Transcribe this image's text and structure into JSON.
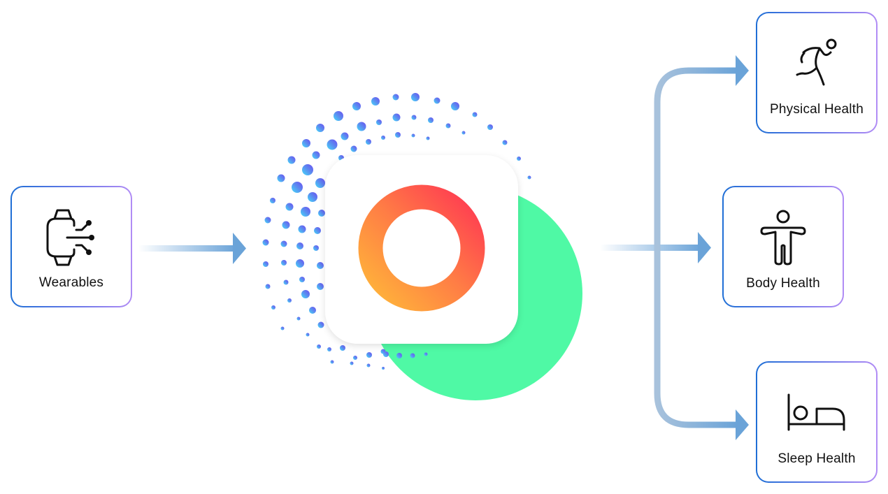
{
  "diagram": {
    "source": {
      "label": "Wearables",
      "icon": "smartwatch-data-icon"
    },
    "hub": {
      "icon": "app-ring-logo-icon",
      "ring_colors": [
        "#ffae3d",
        "#ff7a45",
        "#ff4350"
      ],
      "accent_circle_color": "#4ff9a5"
    },
    "outputs": [
      {
        "label": "Physical Health",
        "icon": "running-person-icon"
      },
      {
        "label": "Body Health",
        "icon": "standing-person-icon"
      },
      {
        "label": "Sleep Health",
        "icon": "bed-icon"
      }
    ],
    "colors": {
      "arrow": "#6aa3d8",
      "card_border_start": "#1f6fd6",
      "card_border_end": "#b18cf5",
      "dots_start": "#45dcfb",
      "dots_end": "#6c4df0"
    }
  }
}
